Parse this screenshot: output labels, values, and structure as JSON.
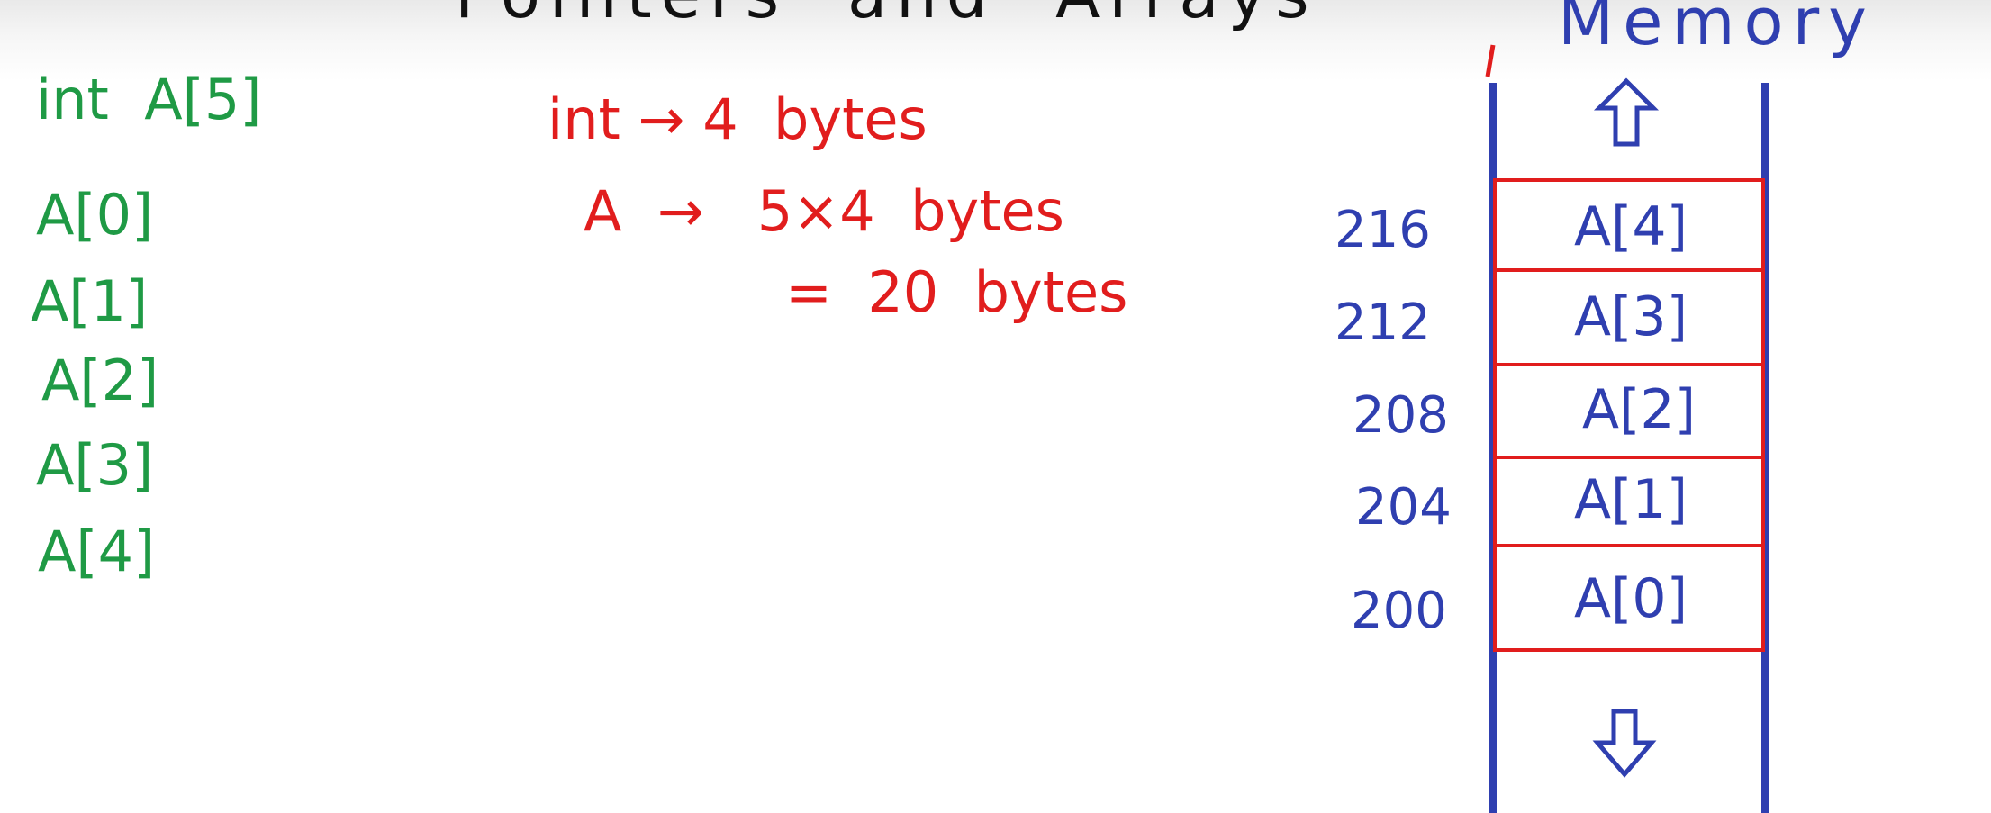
{
  "header": {
    "title": "Pointers  and  Arrays",
    "memory_title": "Memory"
  },
  "left_panel": {
    "declaration": "int  A[5]",
    "elements": [
      "A[0]",
      "A[1]",
      "A[2]",
      "A[3]",
      "A[4]"
    ]
  },
  "size_notes": {
    "line1": "int → 4  bytes",
    "line2": "A  →   5×4  bytes",
    "line3": "=  20  bytes"
  },
  "memory": {
    "cells": [
      {
        "address": "216",
        "label": "A[4]"
      },
      {
        "address": "212",
        "label": "A[3]"
      },
      {
        "address": "208",
        "label": "A[2]"
      },
      {
        "address": "204",
        "label": "A[1]"
      },
      {
        "address": "200",
        "label": "A[0]"
      }
    ],
    "colors": {
      "blue": "#2f3fb0",
      "red": "#e11d1d",
      "green": "#1f9a45"
    },
    "arrow_up_icon": "up-arrow-icon",
    "arrow_down_icon": "down-arrow-icon"
  }
}
